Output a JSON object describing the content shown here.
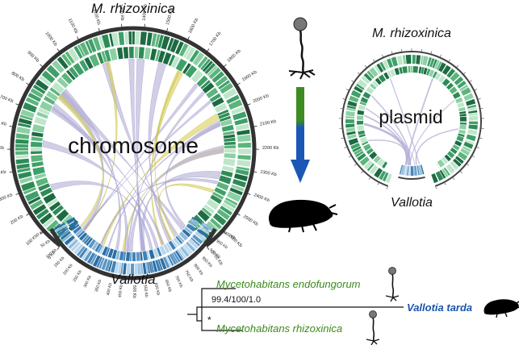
{
  "left_panel": {
    "top_label": "M. rhizoxinica",
    "center_label": "chromosome",
    "bottom_label": "Vallotia",
    "outer_ticks": [
      "0 Kb",
      "100 Kb",
      "200 Kb",
      "300 Kb",
      "400 Kb",
      "500 Kb",
      "600 Kb",
      "700 Kb",
      "800 Kb",
      "900 Kb",
      "1000 Kb",
      "1100 Kb",
      "1200 Kb",
      "1300 Kb",
      "1400 Kb",
      "1500 Kb",
      "1600 Kb",
      "1700 Kb",
      "1800 Kb",
      "1900 Kb",
      "2000 Kb",
      "2100 Kb",
      "2200 Kb",
      "2300 Kb",
      "2400 Kb",
      "2500 Kb",
      "2600 Kb",
      "2700 Kb"
    ],
    "inner_ticks": [
      "0 Kb",
      "50 Kb",
      "100 Kb",
      "150 Kb",
      "200 Kb",
      "250 Kb",
      "300 Kb",
      "350 Kb",
      "400 Kb",
      "450 Kb",
      "500 Kb",
      "550 Kb",
      "600 Kb",
      "650 Kb",
      "700 Kb",
      "750 Kb",
      "800 Kb",
      "850 Kb",
      "900 Kb",
      "950 Kb",
      "1000 Kb"
    ]
  },
  "right_panel": {
    "top_label": "M. rhizoxinica",
    "center_label": "plasmid",
    "bottom_label": "Vallotia"
  },
  "tree": {
    "taxon_top": "Mycetohabitans endofungorum",
    "taxon_bottom": "Mycetohabitans rhizoxinica",
    "taxon_highlight": "Vallotia tarda",
    "support": "99.4/100/1.0",
    "star": "*"
  },
  "colors": {
    "green_text": "#3c8a1c",
    "blue_text": "#1a55a8",
    "ribbon_purple": "#b3add6",
    "ribbon_yellow": "#d8cf56",
    "track_green_dark": "#1d6b43",
    "track_green_light": "#8cd0a4",
    "track_blue": "#5d97c3",
    "arrow_green": "#3d8c22",
    "arrow_blue": "#1a57b5"
  }
}
